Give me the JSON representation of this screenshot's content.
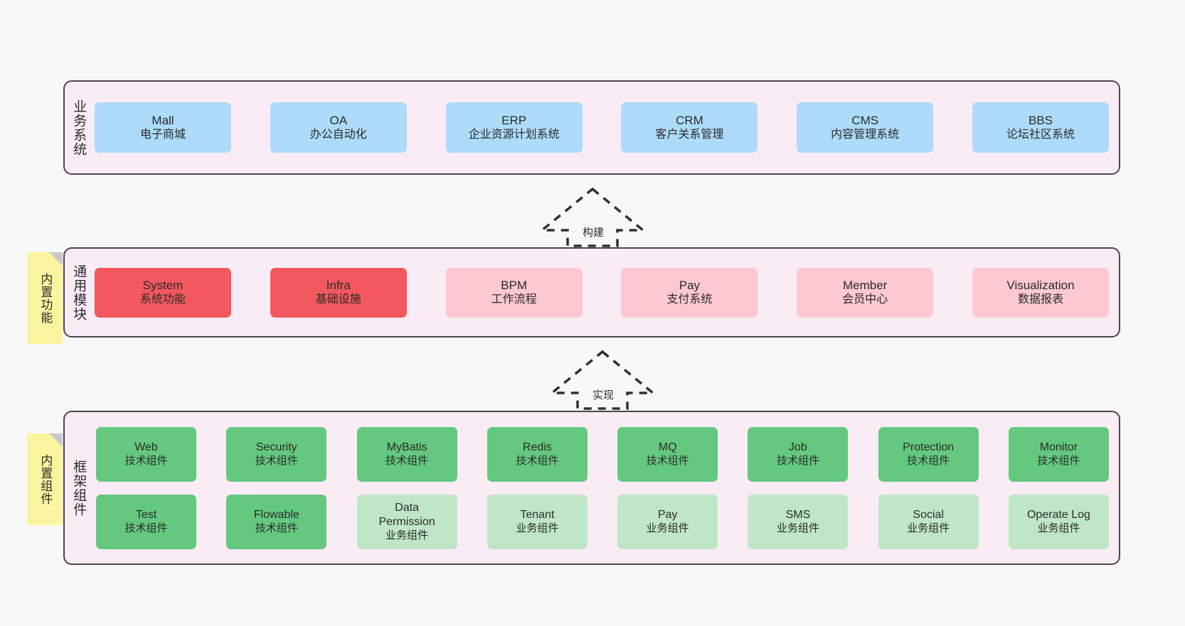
{
  "diagram": {
    "background": "#f8f8f8",
    "container_fill": "#faecf5",
    "container_border": "#4b4453"
  },
  "sections": [
    {
      "key": "business",
      "title": "业务系统",
      "card_color": "#addbf9",
      "cards": [
        {
          "name": "Mall",
          "desc": "电子商城"
        },
        {
          "name": "OA",
          "desc": "办公自动化"
        },
        {
          "name": "ERP",
          "desc": "企业资源计划系统"
        },
        {
          "name": "CRM",
          "desc": "客户关系管理"
        },
        {
          "name": "CMS",
          "desc": "内容管理系统"
        },
        {
          "name": "BBS",
          "desc": "论坛社区系统"
        }
      ]
    },
    {
      "key": "common",
      "title": "通用模块",
      "cards": [
        {
          "name": "System",
          "desc": "系统功能",
          "color": "#f2585e"
        },
        {
          "name": "Infra",
          "desc": "基础设施",
          "color": "#f2585e"
        },
        {
          "name": "BPM",
          "desc": "工作流程",
          "color": "#fcc8d1"
        },
        {
          "name": "Pay",
          "desc": "支付系统",
          "color": "#fcc8d1"
        },
        {
          "name": "Member",
          "desc": "会员中心",
          "color": "#fcc8d1"
        },
        {
          "name": "Visualization",
          "desc": "数据报表",
          "color": "#fcc8d1"
        }
      ]
    },
    {
      "key": "framework",
      "title": "框架组件",
      "row1": [
        {
          "name": "Web",
          "desc": "技术组件",
          "color": "#64c87f"
        },
        {
          "name": "Security",
          "desc": "技术组件",
          "color": "#64c87f"
        },
        {
          "name": "MyBatis",
          "desc": "技术组件",
          "color": "#64c87f"
        },
        {
          "name": "Redis",
          "desc": "技术组件",
          "color": "#64c87f"
        },
        {
          "name": "MQ",
          "desc": "技术组件",
          "color": "#64c87f"
        },
        {
          "name": "Job",
          "desc": "技术组件",
          "color": "#64c87f"
        },
        {
          "name": "Protection",
          "desc": "技术组件",
          "color": "#64c87f"
        },
        {
          "name": "Monitor",
          "desc": "技术组件",
          "color": "#64c87f"
        }
      ],
      "row2": [
        {
          "name": "Test",
          "desc": "技术组件",
          "color": "#64c87f"
        },
        {
          "name": "Flowable",
          "desc": "技术组件",
          "color": "#64c87f"
        },
        {
          "name": "Data Permission",
          "desc": "业务组件",
          "color": "#bfe6c6"
        },
        {
          "name": "Tenant",
          "desc": "业务组件",
          "color": "#bfe6c6"
        },
        {
          "name": "Pay",
          "desc": "业务组件",
          "color": "#bfe6c6"
        },
        {
          "name": "SMS",
          "desc": "业务组件",
          "color": "#bfe6c6"
        },
        {
          "name": "Social",
          "desc": "业务组件",
          "color": "#bfe6c6"
        },
        {
          "name": "Operate Log",
          "desc": "业务组件",
          "color": "#bfe6c6"
        }
      ]
    }
  ],
  "notes": [
    {
      "key": "builtin-features",
      "text": "内置功能"
    },
    {
      "key": "builtin-components",
      "text": "内置组件"
    }
  ],
  "arrows": [
    {
      "key": "build",
      "label": "构建"
    },
    {
      "key": "implement",
      "label": "实现"
    }
  ]
}
